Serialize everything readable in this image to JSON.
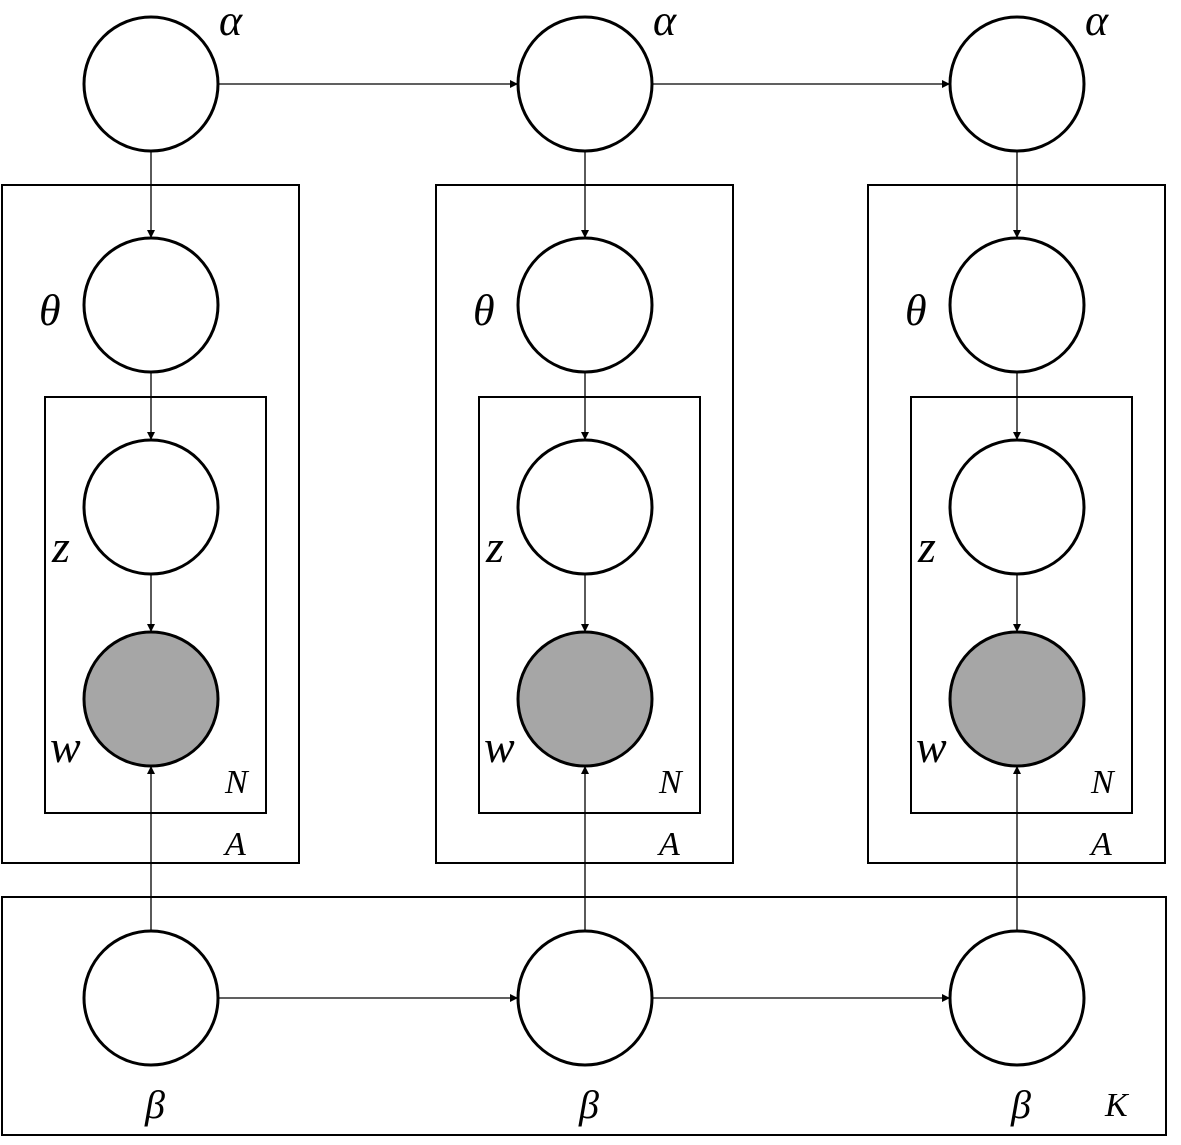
{
  "title": "Graphical model with chained alpha and beta nodes",
  "labels": {
    "alpha": "α",
    "theta": "θ",
    "z": "z",
    "w": "w",
    "beta": "β",
    "plate_inner": "N",
    "plate_outer": "A",
    "plate_bottom": "K"
  },
  "columns": 3,
  "colors": {
    "observed_fill": "#a6a6a6",
    "stroke": "#000000",
    "background": "#ffffff"
  }
}
